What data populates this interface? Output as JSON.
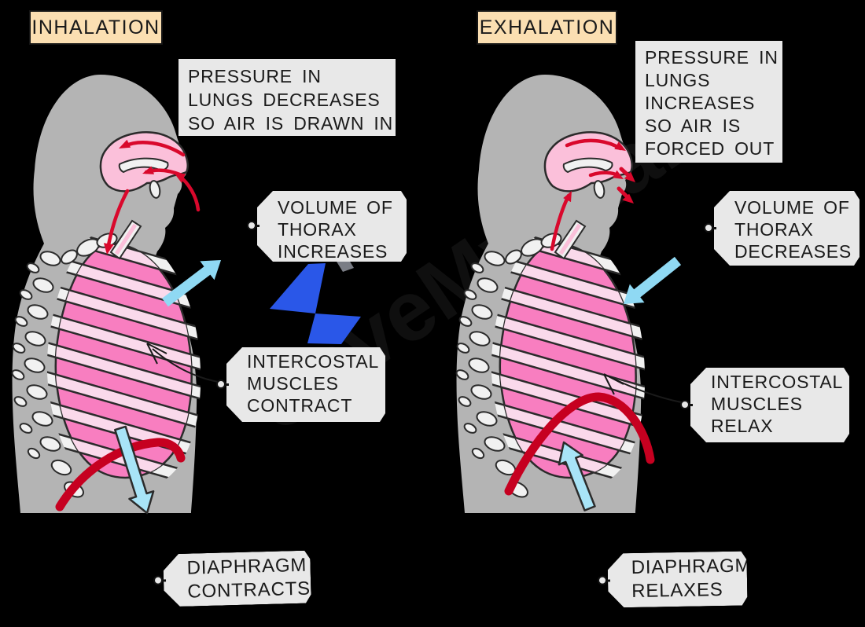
{
  "colors": {
    "background": "#000000",
    "title_bg": "#FBDFB2",
    "label_bg": "#E8E8E8",
    "text": "#1A1A1A",
    "body_gray": "#B4B4B4",
    "lung_pink": "#F87EC0",
    "rib_pale_pink": "#FAD9EB",
    "bone_white": "#F1F1F1",
    "airway_pink": "#FBC0DA",
    "airflow_red": "#D9082C",
    "diaphragm_red": "#C60020",
    "movement_cyan": "#8FD9F3",
    "logo_blue": "#2A57E8"
  },
  "inhalation": {
    "title": "INHALATION",
    "pressure_note_lines": [
      "PRESSURE IN",
      "LUNGS DECREASES",
      "SO AIR IS DRAWN IN"
    ],
    "volume_tag_lines": [
      "VOLUME OF",
      "THORAX",
      "INCREASES"
    ],
    "intercostal_tag_lines": [
      "INTERCOSTAL",
      "MUSCLES",
      "CONTRACT"
    ],
    "diaphragm_tag_lines": [
      "DIAPHRAGM",
      "CONTRACTS"
    ]
  },
  "exhalation": {
    "title": "EXHALATION",
    "pressure_note_lines": [
      "PRESSURE IN",
      "LUNGS",
      "INCREASES",
      "SO AIR IS",
      "FORCED OUT"
    ],
    "volume_tag_lines": [
      "VOLUME OF",
      "THORAX",
      "DECREASES"
    ],
    "intercostal_tag_lines": [
      "INTERCOSTAL",
      "MUSCLES",
      "RELAX"
    ],
    "diaphragm_tag_lines": [
      "DIAPHRAGM",
      "RELAXES"
    ]
  },
  "watermark": {
    "text": "SaveMyExams",
    "logo": "lightning-bolt"
  }
}
